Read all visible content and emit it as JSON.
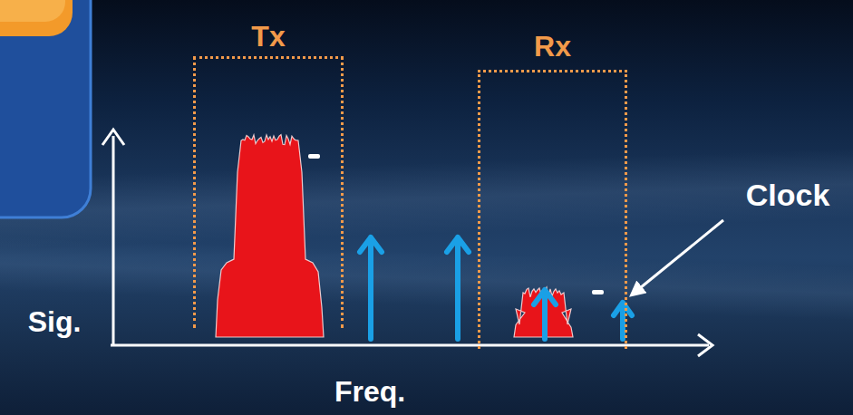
{
  "diagram": {
    "nodes": [
      {
        "text": [
          "Tx"
        ]
      },
      {
        "text": [
          "Rx"
        ]
      }
    ],
    "labels": [
      "Sig.",
      "Freq.",
      "Clock"
    ]
  }
}
